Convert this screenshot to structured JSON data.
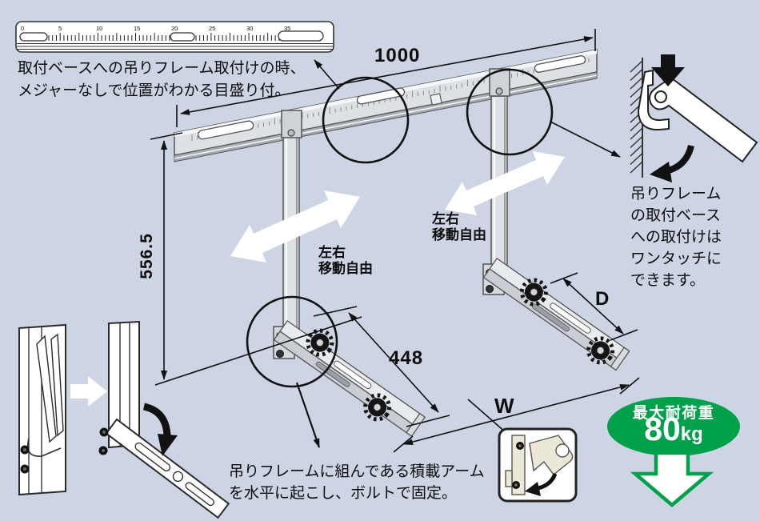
{
  "colors": {
    "background": "#cdd4e4",
    "badge_green": "#00a14a",
    "line": "#111111",
    "metal_light": "#e8ebee",
    "metal_mid": "#c9ced4",
    "white": "#ffffff"
  },
  "ruler": {
    "numbers": [
      "0",
      "5",
      "10",
      "15",
      "20",
      "25",
      "30",
      "35"
    ]
  },
  "dimensions": {
    "top_width": "1000",
    "left_height": "556.5",
    "arm_length": "448",
    "depth": "D",
    "bottom_width": "W"
  },
  "labels": {
    "move_line1": "左右",
    "move_line2": "移動自由"
  },
  "notes": {
    "scale_line1": "取付ベースへの吊りフレーム取付けの時、",
    "scale_line2": "メジャーなしで位置がわかる目盛り付。",
    "arm_line1": "吊りフレームに組んである積載アーム",
    "arm_line2": "を水平に起こし、ボルトで固定。",
    "onetouch_lines": [
      "吊りフレーム",
      "の取付ベース",
      "への取付けは",
      "ワンタッチに",
      "できます。"
    ]
  },
  "badge": {
    "title": "最大耐荷重",
    "value": "80",
    "unit": "kg"
  }
}
